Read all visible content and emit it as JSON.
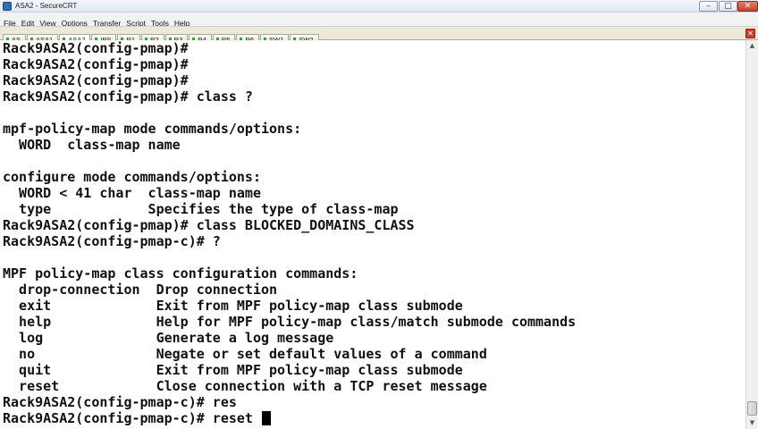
{
  "window": {
    "title": "ASA2 - SecureCRT",
    "minimize_glyph": "–",
    "maximize_glyph": "□",
    "close_glyph": "✕"
  },
  "menu": [
    "File",
    "Edit",
    "View",
    "Options",
    "Transfer",
    "Script",
    "Tools",
    "Help"
  ],
  "tabs": [
    "AS",
    "ASA1",
    "ASA2",
    "IPS",
    "R1",
    "R2",
    "R3",
    "R4",
    "R5",
    "R6",
    "SW1",
    "SW2"
  ],
  "active_tab": "ASA2",
  "tab_close_glyph": "✕",
  "terminal": {
    "lines": [
      "Rack9ASA2(config-pmap)#",
      "Rack9ASA2(config-pmap)#",
      "Rack9ASA2(config-pmap)#",
      "Rack9ASA2(config-pmap)# class ?",
      "",
      "mpf-policy-map mode commands/options:",
      "  WORD  class-map name",
      "",
      "configure mode commands/options:",
      "  WORD < 41 char  class-map name",
      "  type            Specifies the type of class-map",
      "Rack9ASA2(config-pmap)# class BLOCKED_DOMAINS_CLASS",
      "Rack9ASA2(config-pmap-c)# ?",
      "",
      "MPF policy-map class configuration commands:",
      "  drop-connection  Drop connection",
      "  exit             Exit from MPF policy-map class submode",
      "  help             Help for MPF policy-map class/match submode commands",
      "  log              Generate a log message",
      "  no               Negate or set default values of a command",
      "  quit             Exit from MPF policy-map class submode",
      "  reset            Close connection with a TCP reset message",
      "Rack9ASA2(config-pmap-c)# res",
      "Rack9ASA2(config-pmap-c)# reset "
    ]
  },
  "scrollbar": {
    "up_glyph": "▲",
    "down_glyph": "▼"
  },
  "colors": {
    "terminal_bg": "#ffffff",
    "terminal_fg": "#111111",
    "tab_status": "#2fa52f"
  },
  "icons": {
    "app": "securecrt-app-icon",
    "tab_status": "session-connected-icon"
  }
}
